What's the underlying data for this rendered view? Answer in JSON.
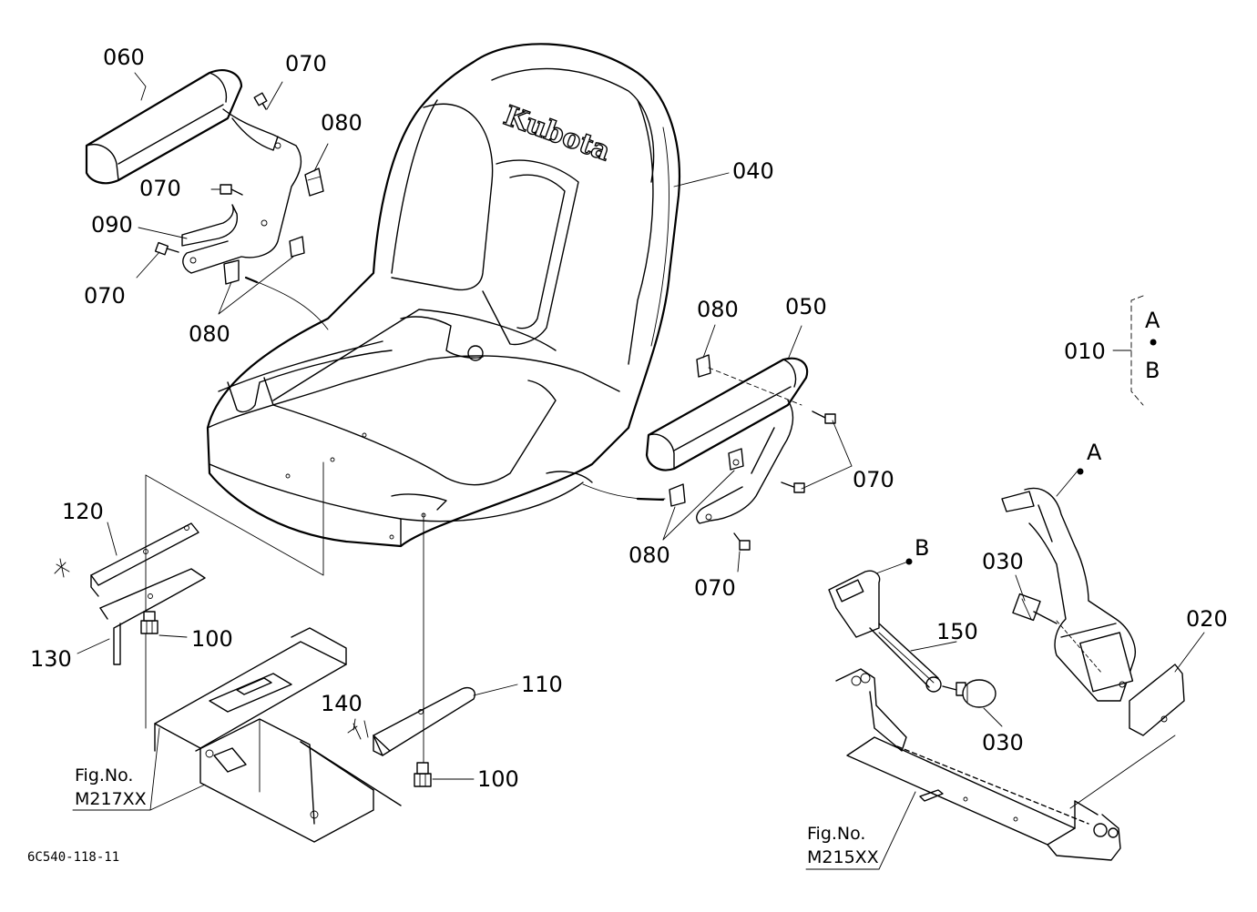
{
  "parts": {
    "p010": "010",
    "p020": "020",
    "p030a": "030",
    "p030b": "030",
    "p040": "040",
    "p050": "050",
    "p060": "060",
    "p070a": "070",
    "p070b": "070",
    "p070c": "070",
    "p070d": "070",
    "p070e": "070",
    "p080a": "080",
    "p080b": "080",
    "p080c": "080",
    "p080d": "080",
    "p090": "090",
    "p100a": "100",
    "p100b": "100",
    "p110": "110",
    "p120": "120",
    "p130": "130",
    "p140": "140",
    "p150": "150"
  },
  "variants": {
    "a": "A",
    "b": "B",
    "sep": "•",
    "callout_a": "A",
    "callout_b": "B"
  },
  "refs": {
    "left_fig": "Fig.No.",
    "left_num": "M217XX",
    "right_fig": "Fig.No.",
    "right_num": "M215XX"
  },
  "drawing_code": "6C540-118-11",
  "seat_logo": "Kubota"
}
